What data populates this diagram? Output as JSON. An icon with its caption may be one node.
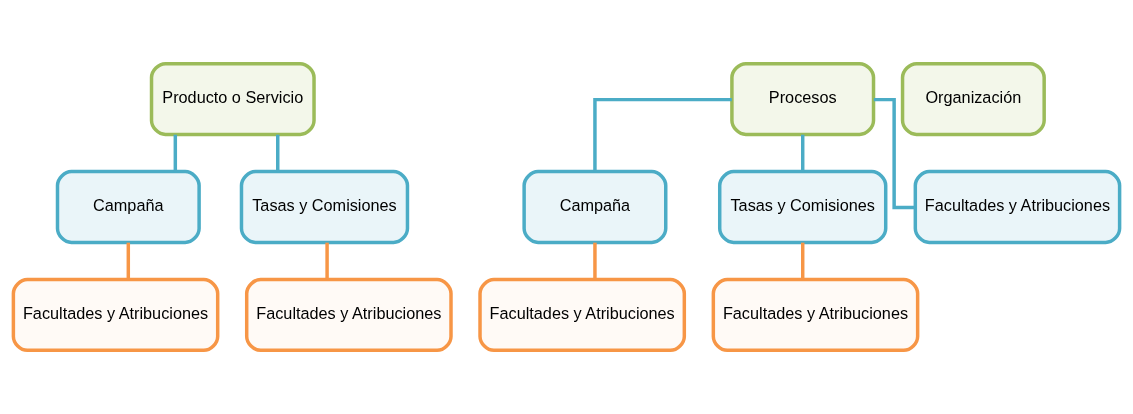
{
  "diagram": {
    "nodes": [
      {
        "text": [
          "Producto o Servicio"
        ]
      },
      {
        "text": [
          "Procesos"
        ]
      },
      {
        "text": [
          "Organización"
        ]
      },
      {
        "text": [
          "Campaña"
        ]
      },
      {
        "text": [
          "Tasas y Comisiones"
        ]
      },
      {
        "text": [
          "Campaña"
        ]
      },
      {
        "text": [
          "Tasas y Comisiones"
        ]
      },
      {
        "text": [
          "Facultades y Atribuciones"
        ]
      },
      {
        "text": [
          "Facultades y Atribuciones"
        ]
      },
      {
        "text": [
          "Facultades y Atribuciones"
        ]
      },
      {
        "text": [
          "Facultades y Atribuciones"
        ]
      },
      {
        "text": [
          "Facultades y Atribuciones"
        ]
      }
    ],
    "edges": [
      {
        "from": 0,
        "to": 3,
        "arrow": "none"
      },
      {
        "from": 0,
        "to": 4,
        "arrow": "none"
      },
      {
        "from": 1,
        "to": 5,
        "arrow": "none"
      },
      {
        "from": 1,
        "to": 6,
        "arrow": "none"
      },
      {
        "from": 1,
        "to": 7,
        "arrow": "none"
      },
      {
        "from": 3,
        "to": 8,
        "arrow": "none",
        "color": "#f79646"
      },
      {
        "from": 4,
        "to": 9,
        "arrow": "none",
        "color": "#f79646"
      },
      {
        "from": 5,
        "to": 10,
        "arrow": "none",
        "color": "#f79646"
      },
      {
        "from": 6,
        "to": 11,
        "arrow": "none",
        "color": "#f79646"
      }
    ]
  }
}
